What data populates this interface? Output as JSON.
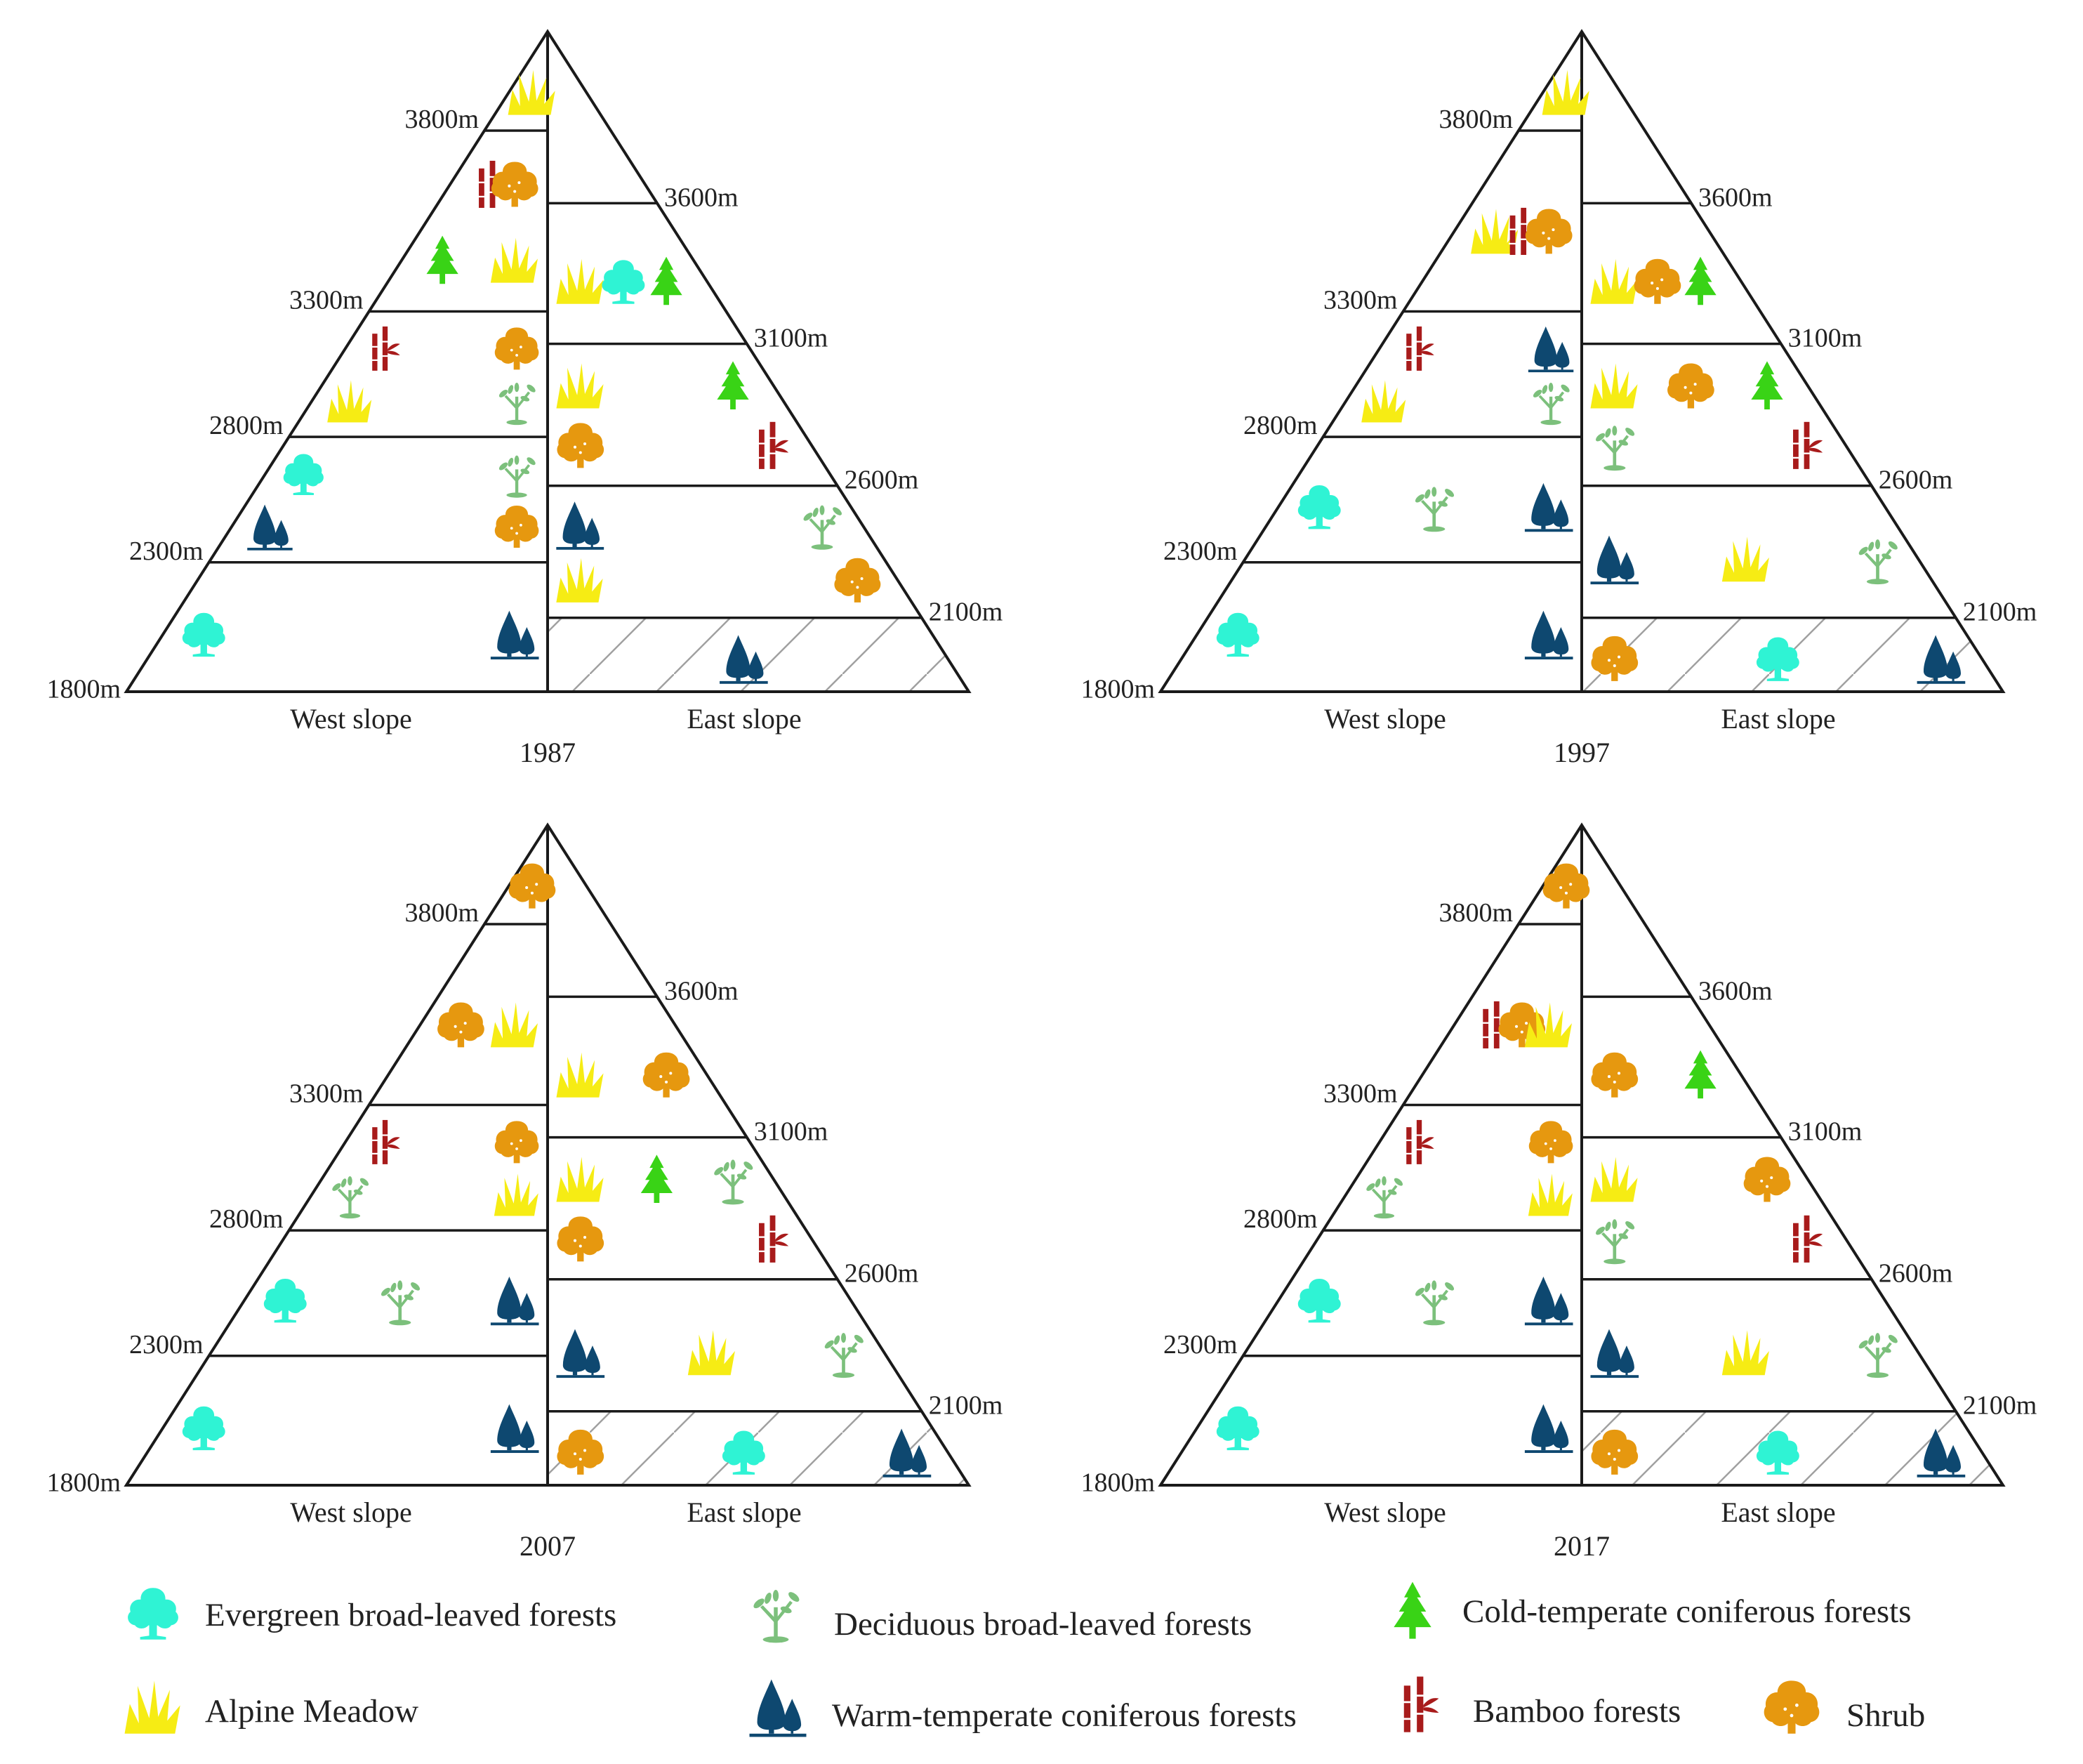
{
  "colors": {
    "evergreen": "#2ff3d4",
    "deciduous": "#7cc07c",
    "cold_conifer": "#39d316",
    "warm_conifer": "#0e4870",
    "bamboo": "#a81b1b",
    "meadow": "#f6ec14",
    "shrub": "#e6980f",
    "line": "#1a1a1a"
  },
  "icon_names": {
    "E": "evergreen-broadleaf-tree-icon",
    "D": "deciduous-sapling-icon",
    "C": "cold-conifer-tree-icon",
    "W": "warm-conifer-trees-icon",
    "B": "bamboo-icon",
    "M": "alpine-meadow-grass-icon",
    "S": "shrub-icon"
  },
  "legend": [
    {
      "key": "E",
      "label": "Evergreen broad-leaved forests"
    },
    {
      "key": "D",
      "label": "Deciduous broad-leaved forests"
    },
    {
      "key": "C",
      "label": "Cold-temperate coniferous forests"
    },
    {
      "key": "M",
      "label": "Alpine Meadow"
    },
    {
      "key": "W",
      "label": "Warm-temperate coniferous forests"
    },
    {
      "key": "B",
      "label": "Bamboo forests"
    },
    {
      "key": "S",
      "label": "Shrub"
    }
  ],
  "panels": [
    {
      "year": "1987",
      "west_label": "West slope",
      "east_label": "East slope",
      "west_elevations": [
        "1800m",
        "2300m",
        "2800m",
        "3300m",
        "3800m"
      ],
      "east_elevations": [
        "2100m",
        "2600m",
        "3100m",
        "3600m"
      ],
      "west_bands": [
        [
          "E",
          "W"
        ],
        [
          "E",
          "D",
          "W",
          "S"
        ],
        [
          "B",
          "S",
          "M",
          "D"
        ],
        [
          "B",
          "S",
          "C",
          "M"
        ],
        [
          "M"
        ]
      ],
      "east_bands": [
        [
          "W"
        ],
        [
          "W",
          "D",
          "M",
          "S"
        ],
        [
          "M",
          "C",
          "S",
          "B"
        ],
        [
          "M",
          "E",
          "C"
        ]
      ]
    },
    {
      "year": "1997",
      "west_label": "West slope",
      "east_label": "East slope",
      "west_elevations": [
        "1800m",
        "2300m",
        "2800m",
        "3300m",
        "3800m"
      ],
      "east_elevations": [
        "2100m",
        "2600m",
        "3100m",
        "3600m"
      ],
      "west_bands": [
        [
          "E",
          "W"
        ],
        [
          "E",
          "D",
          "W"
        ],
        [
          "B",
          "W",
          "M",
          "D"
        ],
        [
          "M",
          "B",
          "S"
        ],
        [
          "M"
        ]
      ],
      "east_bands": [
        [
          "S",
          "E",
          "W"
        ],
        [
          "W",
          "M",
          "D"
        ],
        [
          "M",
          "S",
          "C",
          "D",
          "B"
        ],
        [
          "M",
          "S",
          "C"
        ]
      ]
    },
    {
      "year": "2007",
      "west_label": "West slope",
      "east_label": "East slope",
      "west_elevations": [
        "1800m",
        "2300m",
        "2800m",
        "3300m",
        "3800m"
      ],
      "east_elevations": [
        "2100m",
        "2600m",
        "3100m",
        "3600m"
      ],
      "west_bands": [
        [
          "E",
          "W"
        ],
        [
          "E",
          "D",
          "W"
        ],
        [
          "B",
          "S",
          "D",
          "M"
        ],
        [
          "S",
          "M"
        ],
        [
          "S"
        ]
      ],
      "east_bands": [
        [
          "S",
          "E",
          "W"
        ],
        [
          "W",
          "M",
          "D"
        ],
        [
          "M",
          "C",
          "D",
          "S",
          "B"
        ],
        [
          "M",
          "S"
        ]
      ]
    },
    {
      "year": "2017",
      "west_label": "West slope",
      "east_label": "East slope",
      "west_elevations": [
        "1800m",
        "2300m",
        "2800m",
        "3300m",
        "3800m"
      ],
      "east_elevations": [
        "2100m",
        "2600m",
        "3100m",
        "3600m"
      ],
      "west_bands": [
        [
          "E",
          "W"
        ],
        [
          "E",
          "D",
          "W"
        ],
        [
          "B",
          "S",
          "D",
          "M"
        ],
        [
          "B",
          "S",
          "M"
        ],
        [
          "S"
        ]
      ],
      "east_bands": [
        [
          "S",
          "E",
          "W"
        ],
        [
          "W",
          "M",
          "D"
        ],
        [
          "M",
          "S",
          "D",
          "B"
        ],
        [
          "S",
          "C"
        ]
      ]
    }
  ]
}
